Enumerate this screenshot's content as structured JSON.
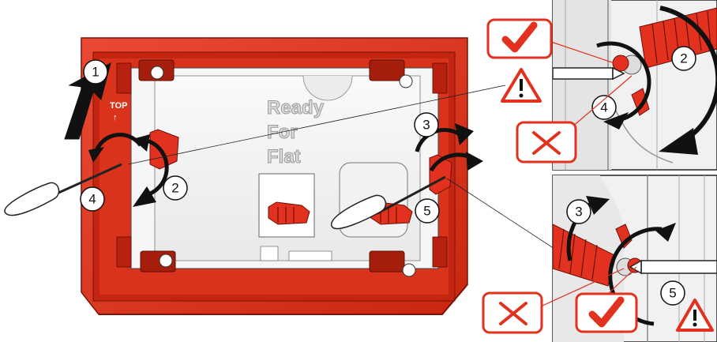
{
  "frame": {
    "label_top": "TOP",
    "label_arrow": "↑",
    "panel_lines": [
      "Ready",
      "For",
      "Flat"
    ]
  },
  "steps": {
    "s1": "1",
    "s2": "2",
    "s3": "3",
    "s4": "4",
    "s5": "5"
  },
  "icons": {
    "ok": "check-icon",
    "wrong": "cross-icon",
    "warning": "warning-icon"
  },
  "colors": {
    "frame_red": "#e2321f",
    "frame_dark": "#b8200f",
    "icon_red": "#e2321f",
    "arrow_black": "#111111"
  }
}
